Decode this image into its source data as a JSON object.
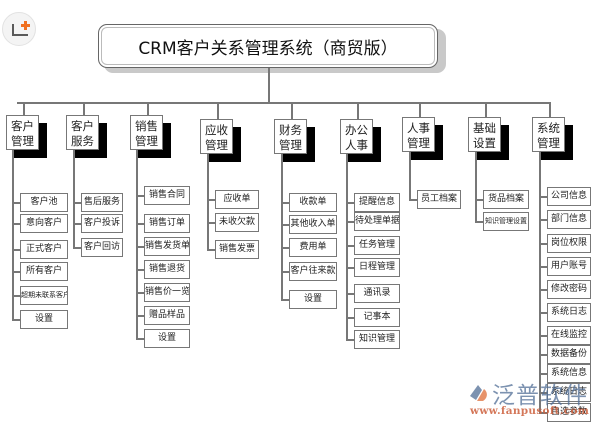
{
  "title": "CRM客户关系管理系统（商贸版）",
  "categories": [
    {
      "name_line1": "客户",
      "name_line2": "管理",
      "items": [
        "客户池",
        "意向客户",
        "正式客户",
        "所有客户",
        "超期未联系客户",
        "设置"
      ]
    },
    {
      "name_line1": "客户",
      "name_line2": "服务",
      "items": [
        "售后服务",
        "客户投诉",
        "客户回访"
      ]
    },
    {
      "name_line1": "销售",
      "name_line2": "管理",
      "items": [
        "销售合同",
        "销售订单",
        "销售发货单",
        "销售退货",
        "销售价一览",
        "赠品样品",
        "设置"
      ]
    },
    {
      "name_line1": "应收",
      "name_line2": "管理",
      "items": [
        "应收单",
        "未收欠款",
        "销售发票"
      ]
    },
    {
      "name_line1": "财务",
      "name_line2": "管理",
      "items": [
        "收款单",
        "其他收入单",
        "费用单",
        "客户往来款",
        "设置"
      ]
    },
    {
      "name_line1": "办公",
      "name_line2": "人事",
      "items": [
        "提醒信息",
        "待处理单据",
        "任务管理",
        "日程管理",
        "通讯录",
        "记事本",
        "知识管理"
      ]
    },
    {
      "name_line1": "人事",
      "name_line2": "管理",
      "items": [
        "员工档案"
      ]
    },
    {
      "name_line1": "基础",
      "name_line2": "设置",
      "items": [
        "货品档案",
        "知识管理设置"
      ]
    },
    {
      "name_line1": "系统",
      "name_line2": "管理",
      "items": [
        "公司信息",
        "部门信息",
        "岗位权限",
        "用户账号",
        "修改密码",
        "系统日志",
        "在线监控",
        "数据备份",
        "系统信息",
        "系统日志",
        "自选参数"
      ]
    }
  ],
  "watermark": {
    "brand": "泛普软件",
    "url": "www.fanpusoft.com"
  },
  "logo_icon": "add-image-icon"
}
